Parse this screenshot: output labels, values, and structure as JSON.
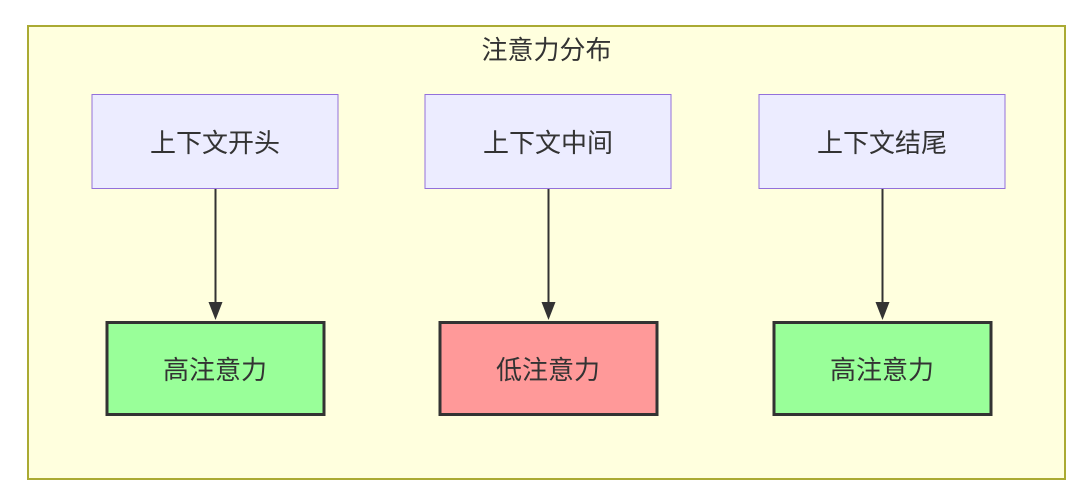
{
  "diagram": {
    "title": "注意力分布",
    "columns": [
      {
        "source_label": "上下文开头",
        "result_label": "高注意力",
        "level": "high"
      },
      {
        "source_label": "上下文中间",
        "result_label": "低注意力",
        "level": "low"
      },
      {
        "source_label": "上下文结尾",
        "result_label": "高注意力",
        "level": "high"
      }
    ],
    "colors": {
      "cluster_fill": "#ffffde",
      "cluster_border": "#aaaa33",
      "source_fill": "#ECECFF",
      "source_border": "#9370DB",
      "high_fill": "#99ff99",
      "low_fill": "#ff9999",
      "result_border": "#333333",
      "arrow": "#333333",
      "text": "#333333"
    }
  }
}
